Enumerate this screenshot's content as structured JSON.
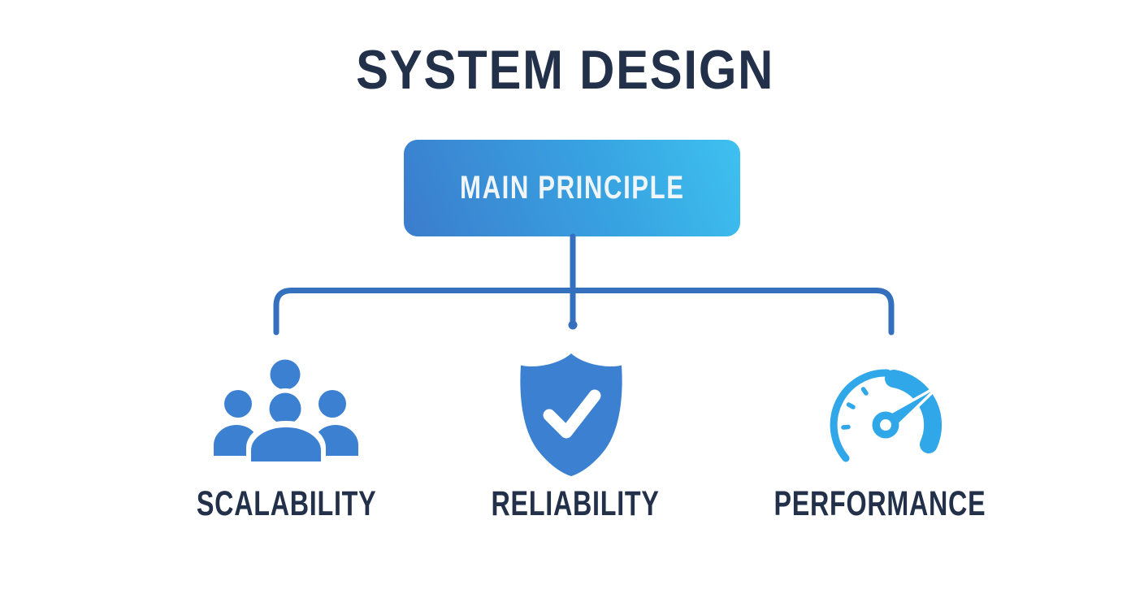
{
  "title": "SYSTEM DESIGN",
  "root_node": {
    "label": "MAIN PRINCIPLE"
  },
  "branches": [
    {
      "id": "scalability",
      "label": "SCALABILITY",
      "icon": "users-group-icon"
    },
    {
      "id": "reliability",
      "label": "RELIABILITY",
      "icon": "shield-check-icon"
    },
    {
      "id": "performance",
      "label": "PERFORMANCE",
      "icon": "speedometer-icon"
    }
  ],
  "colors": {
    "background": "#ffffff",
    "title_text": "#22304a",
    "label_text": "#22304a",
    "box_text": "#eff5f8",
    "box_gradient_start": "#3b7ccd",
    "box_gradient_end": "#3ec1f0",
    "connector": "#3470bd",
    "icon_blue": "#3b80d1",
    "gauge_blue": "#2fa7e8"
  }
}
